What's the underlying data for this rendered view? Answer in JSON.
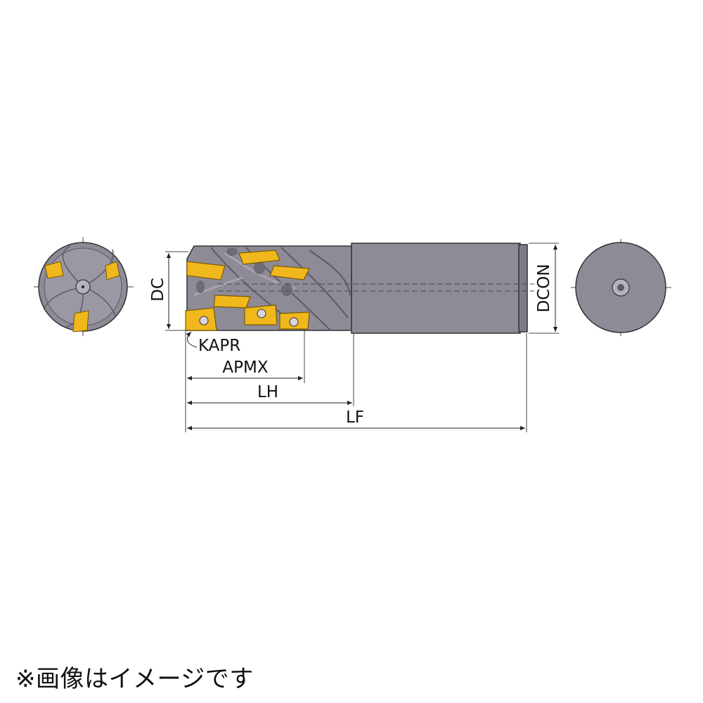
{
  "labels": {
    "dc": "DC",
    "dcon": "DCON",
    "kapr": "KAPR",
    "apmx": "APMX",
    "lh": "LH",
    "lf": "LF"
  },
  "note": "※画像はイメージです",
  "colors": {
    "body": "#8e8b97",
    "body_dark": "#6e6b78",
    "insert": "#f0b81c",
    "insert_dark": "#c48e0a",
    "line": "#222222"
  }
}
